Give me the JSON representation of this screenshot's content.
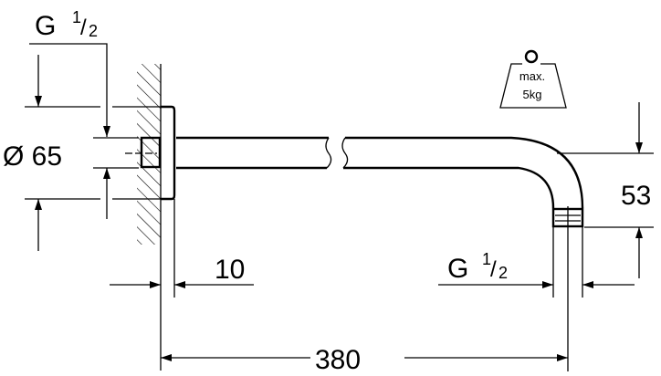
{
  "drawing": {
    "thread_top": {
      "letter": "G",
      "numerator": "1",
      "slash": "/",
      "denominator": "2"
    },
    "thread_outlet": {
      "letter": "G",
      "numerator": "1",
      "slash": "/",
      "denominator": "2"
    },
    "flange_diameter": "Ø 65",
    "flange_depth": "10",
    "arm_length": "380",
    "drop_height": "53",
    "load_label_line1": "max.",
    "load_label_line2": "5kg"
  }
}
